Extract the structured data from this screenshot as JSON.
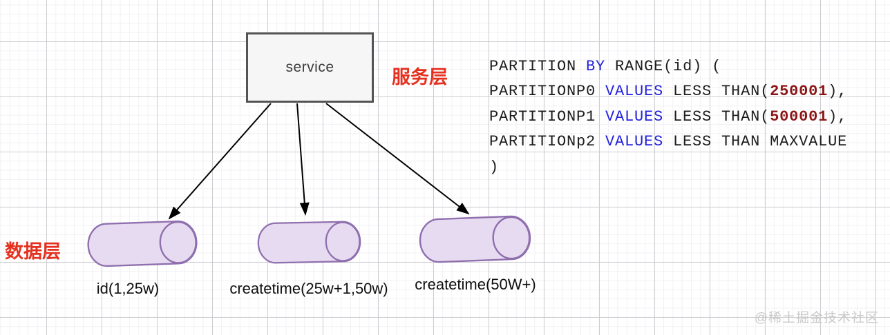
{
  "diagram": {
    "service": {
      "label": "service"
    },
    "labels": {
      "service_layer": "服务层",
      "data_layer": "数据层"
    },
    "partitions": [
      {
        "label": "id(1,25w)"
      },
      {
        "label": "createtime(25w+1,50w)"
      },
      {
        "label": "createtime(50W+)"
      }
    ]
  },
  "sql": {
    "lines": [
      [
        {
          "t": "PARTITION ",
          "s": "p"
        },
        {
          "t": "BY",
          "s": "k"
        },
        {
          "t": " RANGE(id) (",
          "s": "p"
        }
      ],
      [
        {
          "t": "PARTITIONP0 ",
          "s": "p"
        },
        {
          "t": "VALUES",
          "s": "k"
        },
        {
          "t": " LESS THAN(",
          "s": "p"
        },
        {
          "t": "250001",
          "s": "n"
        },
        {
          "t": "),",
          "s": "p"
        }
      ],
      [
        {
          "t": "PARTITIONP1 ",
          "s": "p"
        },
        {
          "t": "VALUES",
          "s": "k"
        },
        {
          "t": " LESS THAN(",
          "s": "p"
        },
        {
          "t": "500001",
          "s": "n"
        },
        {
          "t": "),",
          "s": "p"
        }
      ],
      [
        {
          "t": "PARTITIONp2 ",
          "s": "p"
        },
        {
          "t": "VALUES",
          "s": "k"
        },
        {
          "t": " LESS THAN MAXVALUE",
          "s": "p"
        }
      ],
      [
        {
          "t": ")",
          "s": "p"
        }
      ]
    ]
  },
  "watermark": "@稀土掘金技术社区",
  "colors": {
    "keyword_blue": "#2222dd",
    "number_red": "#8c1616",
    "accent_red": "#e5301f",
    "cylinder_fill": "#e6dbf0",
    "cylinder_stroke": "#8f6fae",
    "arrow_black": "#000000",
    "box_fill": "#f6f6f6",
    "box_border": "#545454"
  }
}
